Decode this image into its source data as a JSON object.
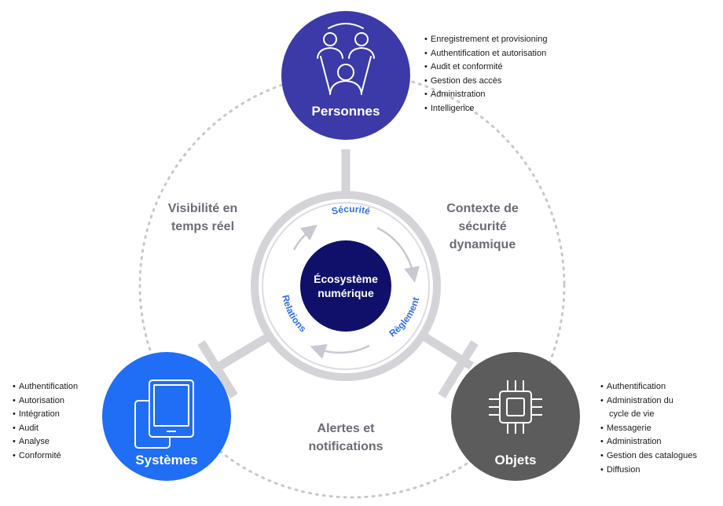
{
  "center": {
    "line1": "Écosystème",
    "line2": "numérique"
  },
  "ring_words": {
    "top": "Sécurité",
    "right": "Règlement",
    "left": "Relations",
    "bottom": ""
  },
  "zones": {
    "left": {
      "line1": "Visibilité en",
      "line2": "temps réel"
    },
    "right": {
      "line1": "Contexte de",
      "line2": "sécurité",
      "line3": "dynamique"
    },
    "bottom": {
      "line1": "Alertes et",
      "line2": "notifications"
    }
  },
  "nodes": {
    "personnes": {
      "label": "Personnes",
      "color": "#3b3aa8",
      "icon": "people-icon",
      "items": [
        "Enregistrement et provisioning",
        "Authentification et autorisation",
        "Audit et conformité",
        "Gestion des accès",
        "Administration",
        "Intelligence"
      ]
    },
    "systemes": {
      "label": "Systèmes",
      "color": "#1f6ef5",
      "icon": "tablet-devices-icon",
      "items": [
        "Authentification",
        "Autorisation",
        "Intégration",
        "Audit",
        "Analyse",
        "Conformité"
      ]
    },
    "objets": {
      "label": "Objets",
      "color": "#5c5c5c",
      "icon": "chip-icon",
      "items": [
        "Authentification",
        "Administration du",
        "cycle de vie",
        "Messagerie",
        "Administration",
        "Gestion des catalogues",
        "Diffusion"
      ]
    }
  },
  "colors": {
    "center": "#10106b",
    "connector": "#d3d3d8",
    "dotted": "#c8c8cc",
    "accent_text": "#2e6ef2"
  }
}
